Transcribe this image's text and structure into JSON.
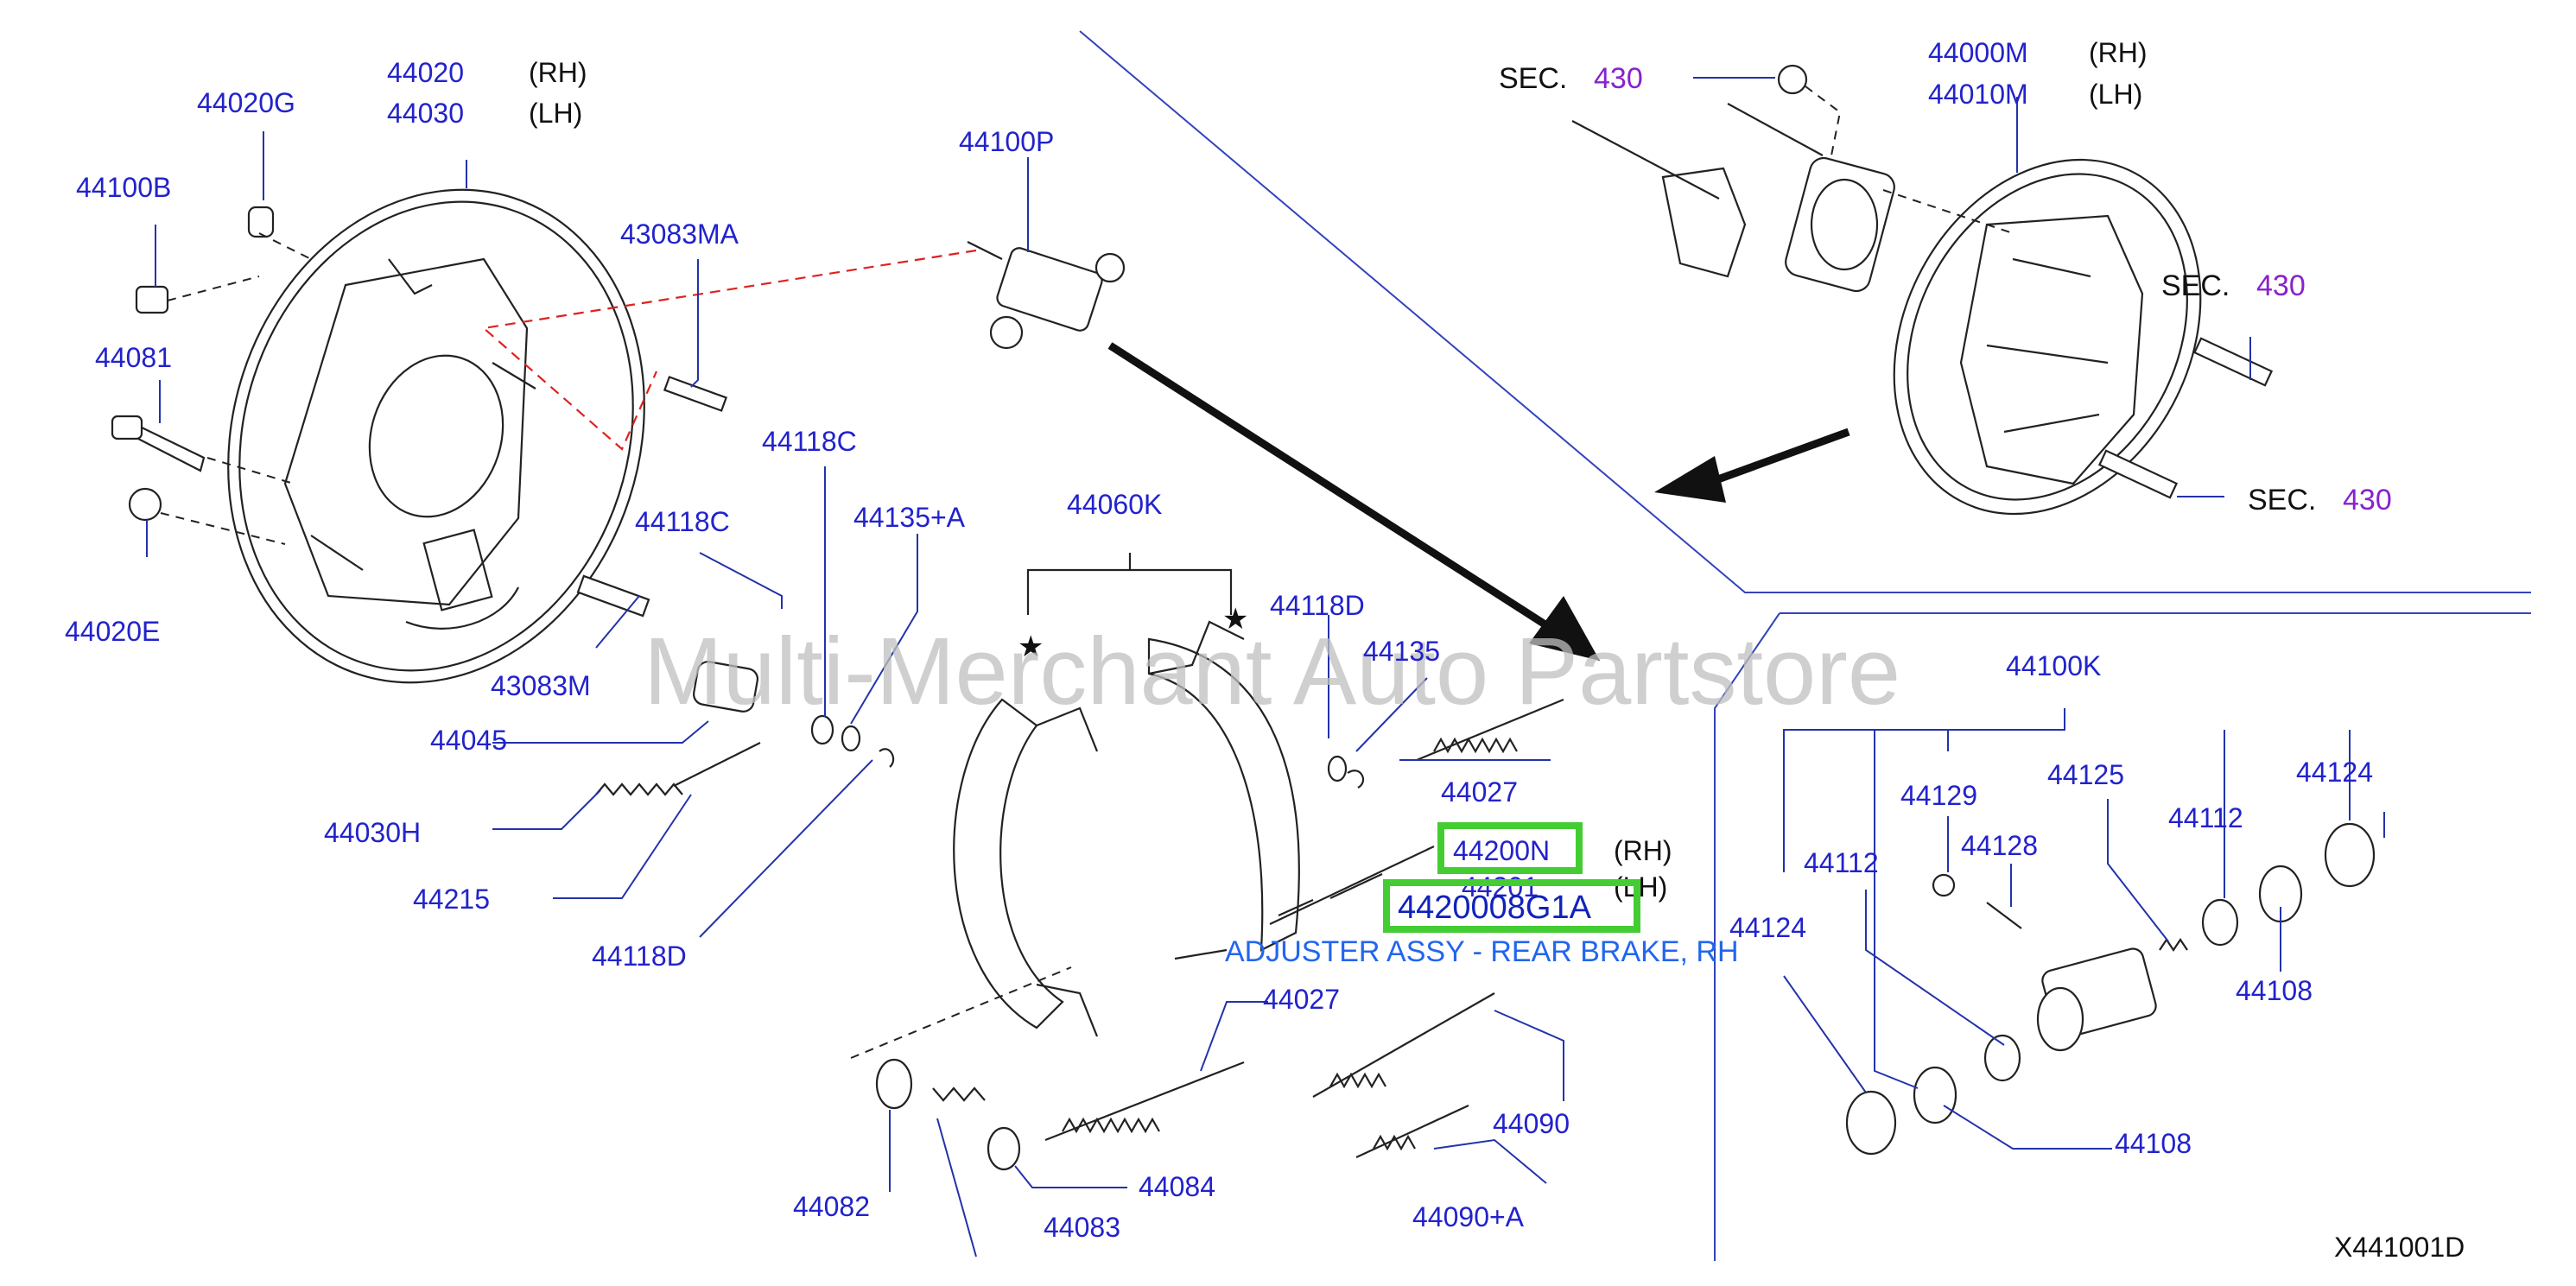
{
  "labels": {
    "p44020": "44020",
    "p44030": "44030",
    "rh1": "(RH)",
    "lh1": "(LH)",
    "p44020G": "44020G",
    "p44100B": "44100B",
    "p44081": "44081",
    "p44020E": "44020E",
    "p43083MA": "43083MA",
    "p44100P": "44100P",
    "p44118C_a": "44118C",
    "p44118C_b": "44118C",
    "p44135A": "44135+A",
    "p43083M": "43083M",
    "p44045": "44045",
    "p44030H": "44030H",
    "p44215": "44215",
    "p44118D_a": "44118D",
    "p44060K": "44060K",
    "p44118D_b": "44118D",
    "p44135": "44135",
    "p44027_a": "44027",
    "p44200N": "44200N",
    "rh2": "(RH)",
    "p44201": "44201",
    "lh2": "(LH)",
    "p44027_b": "44027",
    "p44090": "44090",
    "p44090A": "44090+A",
    "p44082": "44082",
    "p44084": "44084",
    "p44083": "44083",
    "sec_label_1": "SEC.",
    "sec_num_1": "430",
    "p44000M": "44000M",
    "rh3": "(RH)",
    "p44010M": "44010M",
    "lh3": "(LH)",
    "sec_label_2": "SEC.",
    "sec_num_2": "430",
    "sec_label_3": "SEC.",
    "sec_num_3": "430",
    "p44100K": "44100K",
    "p44129": "44129",
    "p44125": "44125",
    "p44124_a": "44124",
    "p44112_a": "44112",
    "p44128": "44128",
    "p44112_b": "44112",
    "p44124_b": "44124",
    "p44108_a": "44108",
    "p44108_b": "44108",
    "diagram_ref": "X441001D"
  },
  "selection": {
    "part_number": "4420008G1A",
    "description": "ADJUSTER ASSY - REAR BRAKE, RH"
  },
  "watermark": "Multi-Merchant Auto Partstore",
  "colors": {
    "part_label": "#2222cc",
    "section_number": "#8822cc",
    "highlight": "#44cc33",
    "selection_text": "#2266ee",
    "separator": "#3344bb",
    "dashed_connector": "#dd2222"
  },
  "icons": {
    "callout_star": "★"
  }
}
